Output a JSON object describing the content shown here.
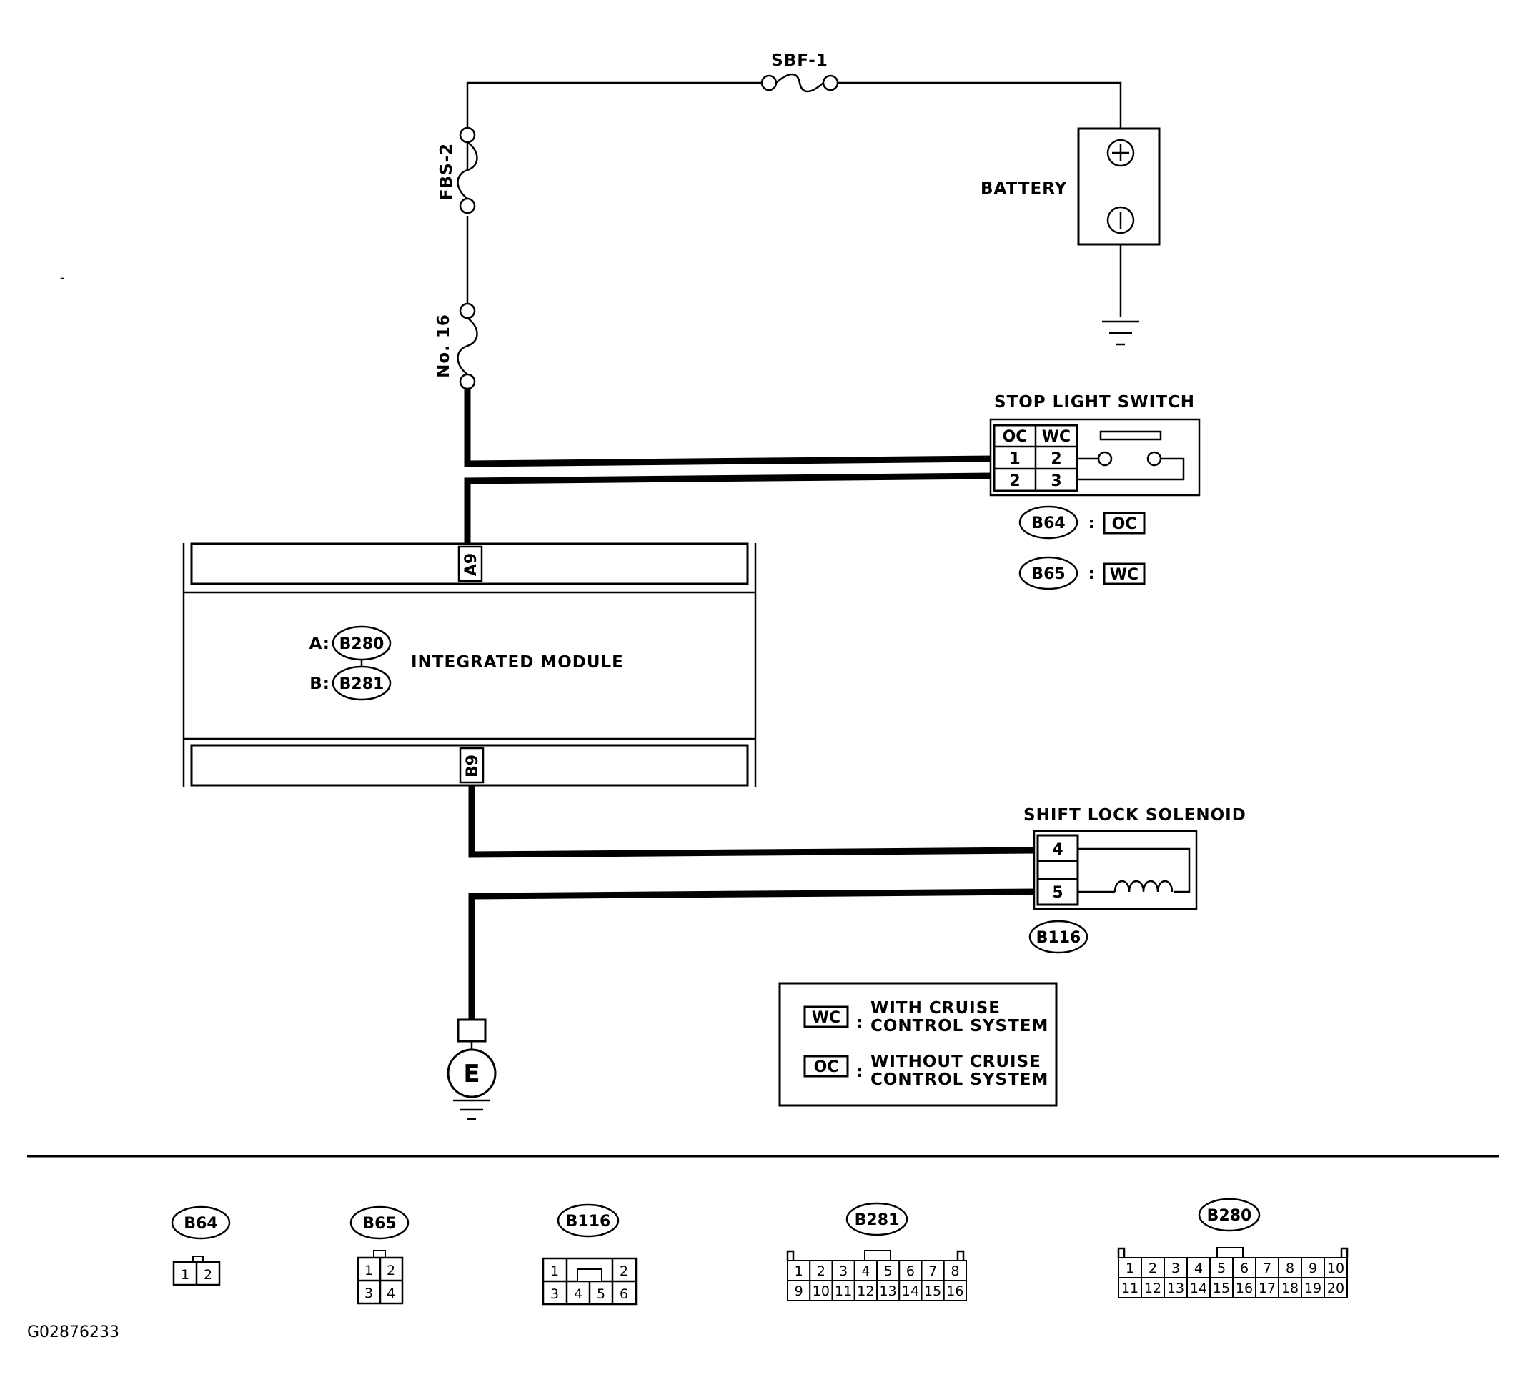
{
  "fuses": {
    "sbf1": "SBF-1",
    "fbs2": "FBS-2",
    "no16": "No. 16"
  },
  "battery": {
    "label": "BATTERY"
  },
  "stop_light_switch": {
    "title": "STOP LIGHT SWITCH",
    "headers": [
      "OC",
      "WC"
    ],
    "rows": [
      [
        "1",
        "2"
      ],
      [
        "2",
        "3"
      ]
    ],
    "variants": [
      {
        "connector": "B64",
        "sep": ":",
        "code": "OC"
      },
      {
        "connector": "B65",
        "sep": ":",
        "code": "WC"
      }
    ]
  },
  "module": {
    "title": "INTEGRATED MODULE",
    "conn_a_prefix": "A:",
    "conn_a": "B280",
    "conn_b_prefix": "B:",
    "conn_b": "B281",
    "pin_top": "A9",
    "pin_bottom": "B9"
  },
  "shift_lock": {
    "title": "SHIFT LOCK SOLENOID",
    "pins": [
      "4",
      "5"
    ],
    "connector": "B116"
  },
  "ground": {
    "label": "E"
  },
  "legend": [
    {
      "code": "WC",
      "sep": ":",
      "line1": "WITH CRUISE",
      "line2": "CONTROL SYSTEM"
    },
    {
      "code": "OC",
      "sep": ":",
      "line1": "WITHOUT CRUISE",
      "line2": "CONTROL SYSTEM"
    }
  ],
  "connector_views": {
    "b64": {
      "name": "B64",
      "pins": [
        "1",
        "2"
      ]
    },
    "b65": {
      "name": "B65",
      "pins": [
        "1",
        "2",
        "3",
        "4"
      ]
    },
    "b116": {
      "name": "B116",
      "pins": [
        "1",
        "2",
        "3",
        "4",
        "5",
        "6"
      ]
    },
    "b281": {
      "name": "B281",
      "pins": [
        "1",
        "2",
        "3",
        "4",
        "5",
        "6",
        "7",
        "8",
        "9",
        "10",
        "11",
        "12",
        "13",
        "14",
        "15",
        "16"
      ]
    },
    "b280": {
      "name": "B280",
      "pins": [
        "1",
        "2",
        "3",
        "4",
        "5",
        "6",
        "7",
        "8",
        "9",
        "10",
        "11",
        "12",
        "13",
        "14",
        "15",
        "16",
        "17",
        "18",
        "19",
        "20"
      ]
    }
  },
  "figure_id": "G02876233"
}
